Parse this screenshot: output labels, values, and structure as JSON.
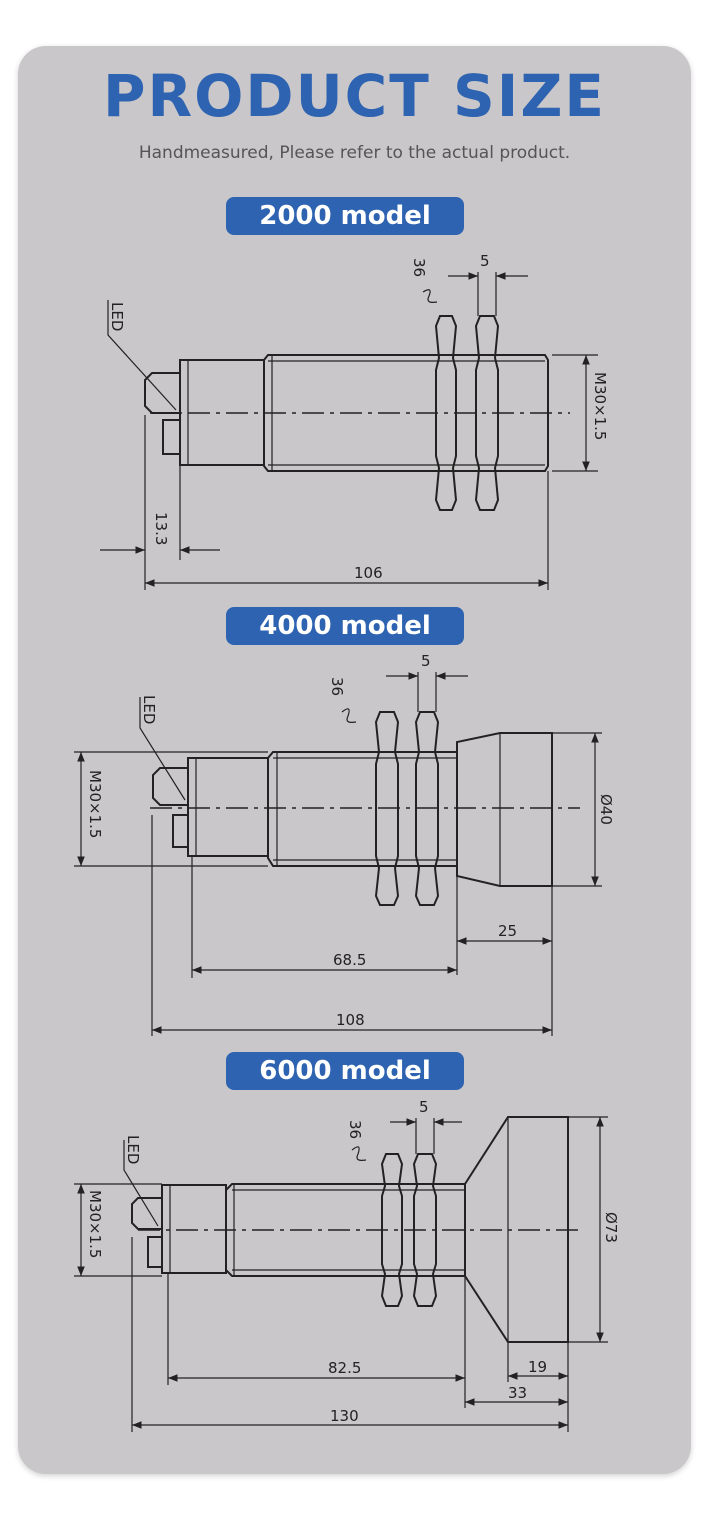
{
  "header": {
    "title": "PRODUCT SIZE",
    "subtitle": "Handmeasured, Please refer to the actual product."
  },
  "models": [
    {
      "name": "2000 model",
      "led": "LED",
      "wrench": "36",
      "nut_width": "5",
      "thread": "M30×1.5",
      "dim_front": "13.3",
      "dim_total": "106"
    },
    {
      "name": "4000 model",
      "led": "LED",
      "wrench": "36",
      "nut_width": "5",
      "thread": "M30×1.5",
      "diameter": "Ø40",
      "dim_cap": "25",
      "dim_body": "68.5",
      "dim_total": "108"
    },
    {
      "name": "6000 model",
      "led": "LED",
      "wrench": "36",
      "nut_width": "5",
      "thread": "M30×1.5",
      "diameter": "Ø73",
      "dim_cap": "19",
      "dim_cone": "33",
      "dim_body": "82.5",
      "dim_total": "130"
    }
  ],
  "colors": {
    "accent": "#2e63b1",
    "panel": "#c9c7c9"
  }
}
